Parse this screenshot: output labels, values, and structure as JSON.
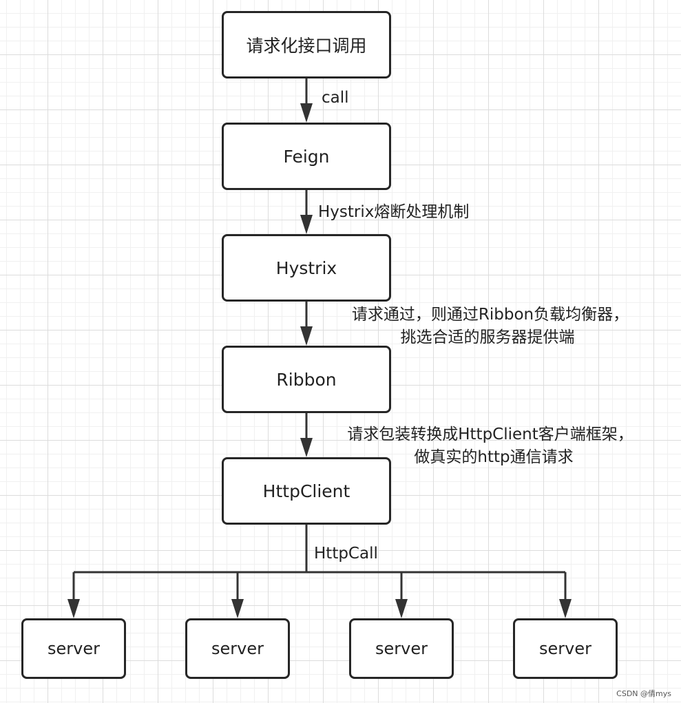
{
  "nodes": {
    "request": "请求化接口调用",
    "feign": "Feign",
    "hystrix": "Hystrix",
    "ribbon": "Ribbon",
    "httpclient": "HttpClient",
    "servers": [
      "server",
      "server",
      "server",
      "server"
    ]
  },
  "edges": {
    "call": "call",
    "hystrix_fuse": "Hystrix熔断处理机制",
    "ribbon_line1": "请求通过，则通过Ribbon负载均衡器，",
    "ribbon_line2": "挑选合适的服务器提供端",
    "httpclient_line1": "请求包装转换成HttpClient客户端框架，",
    "httpclient_line2": "做真实的http通信请求",
    "httpcall": "HttpCall"
  },
  "watermark": "CSDN @倩mys",
  "colors": {
    "line": "#333333",
    "box_border": "#262626",
    "grid": "#dcdcdc"
  }
}
